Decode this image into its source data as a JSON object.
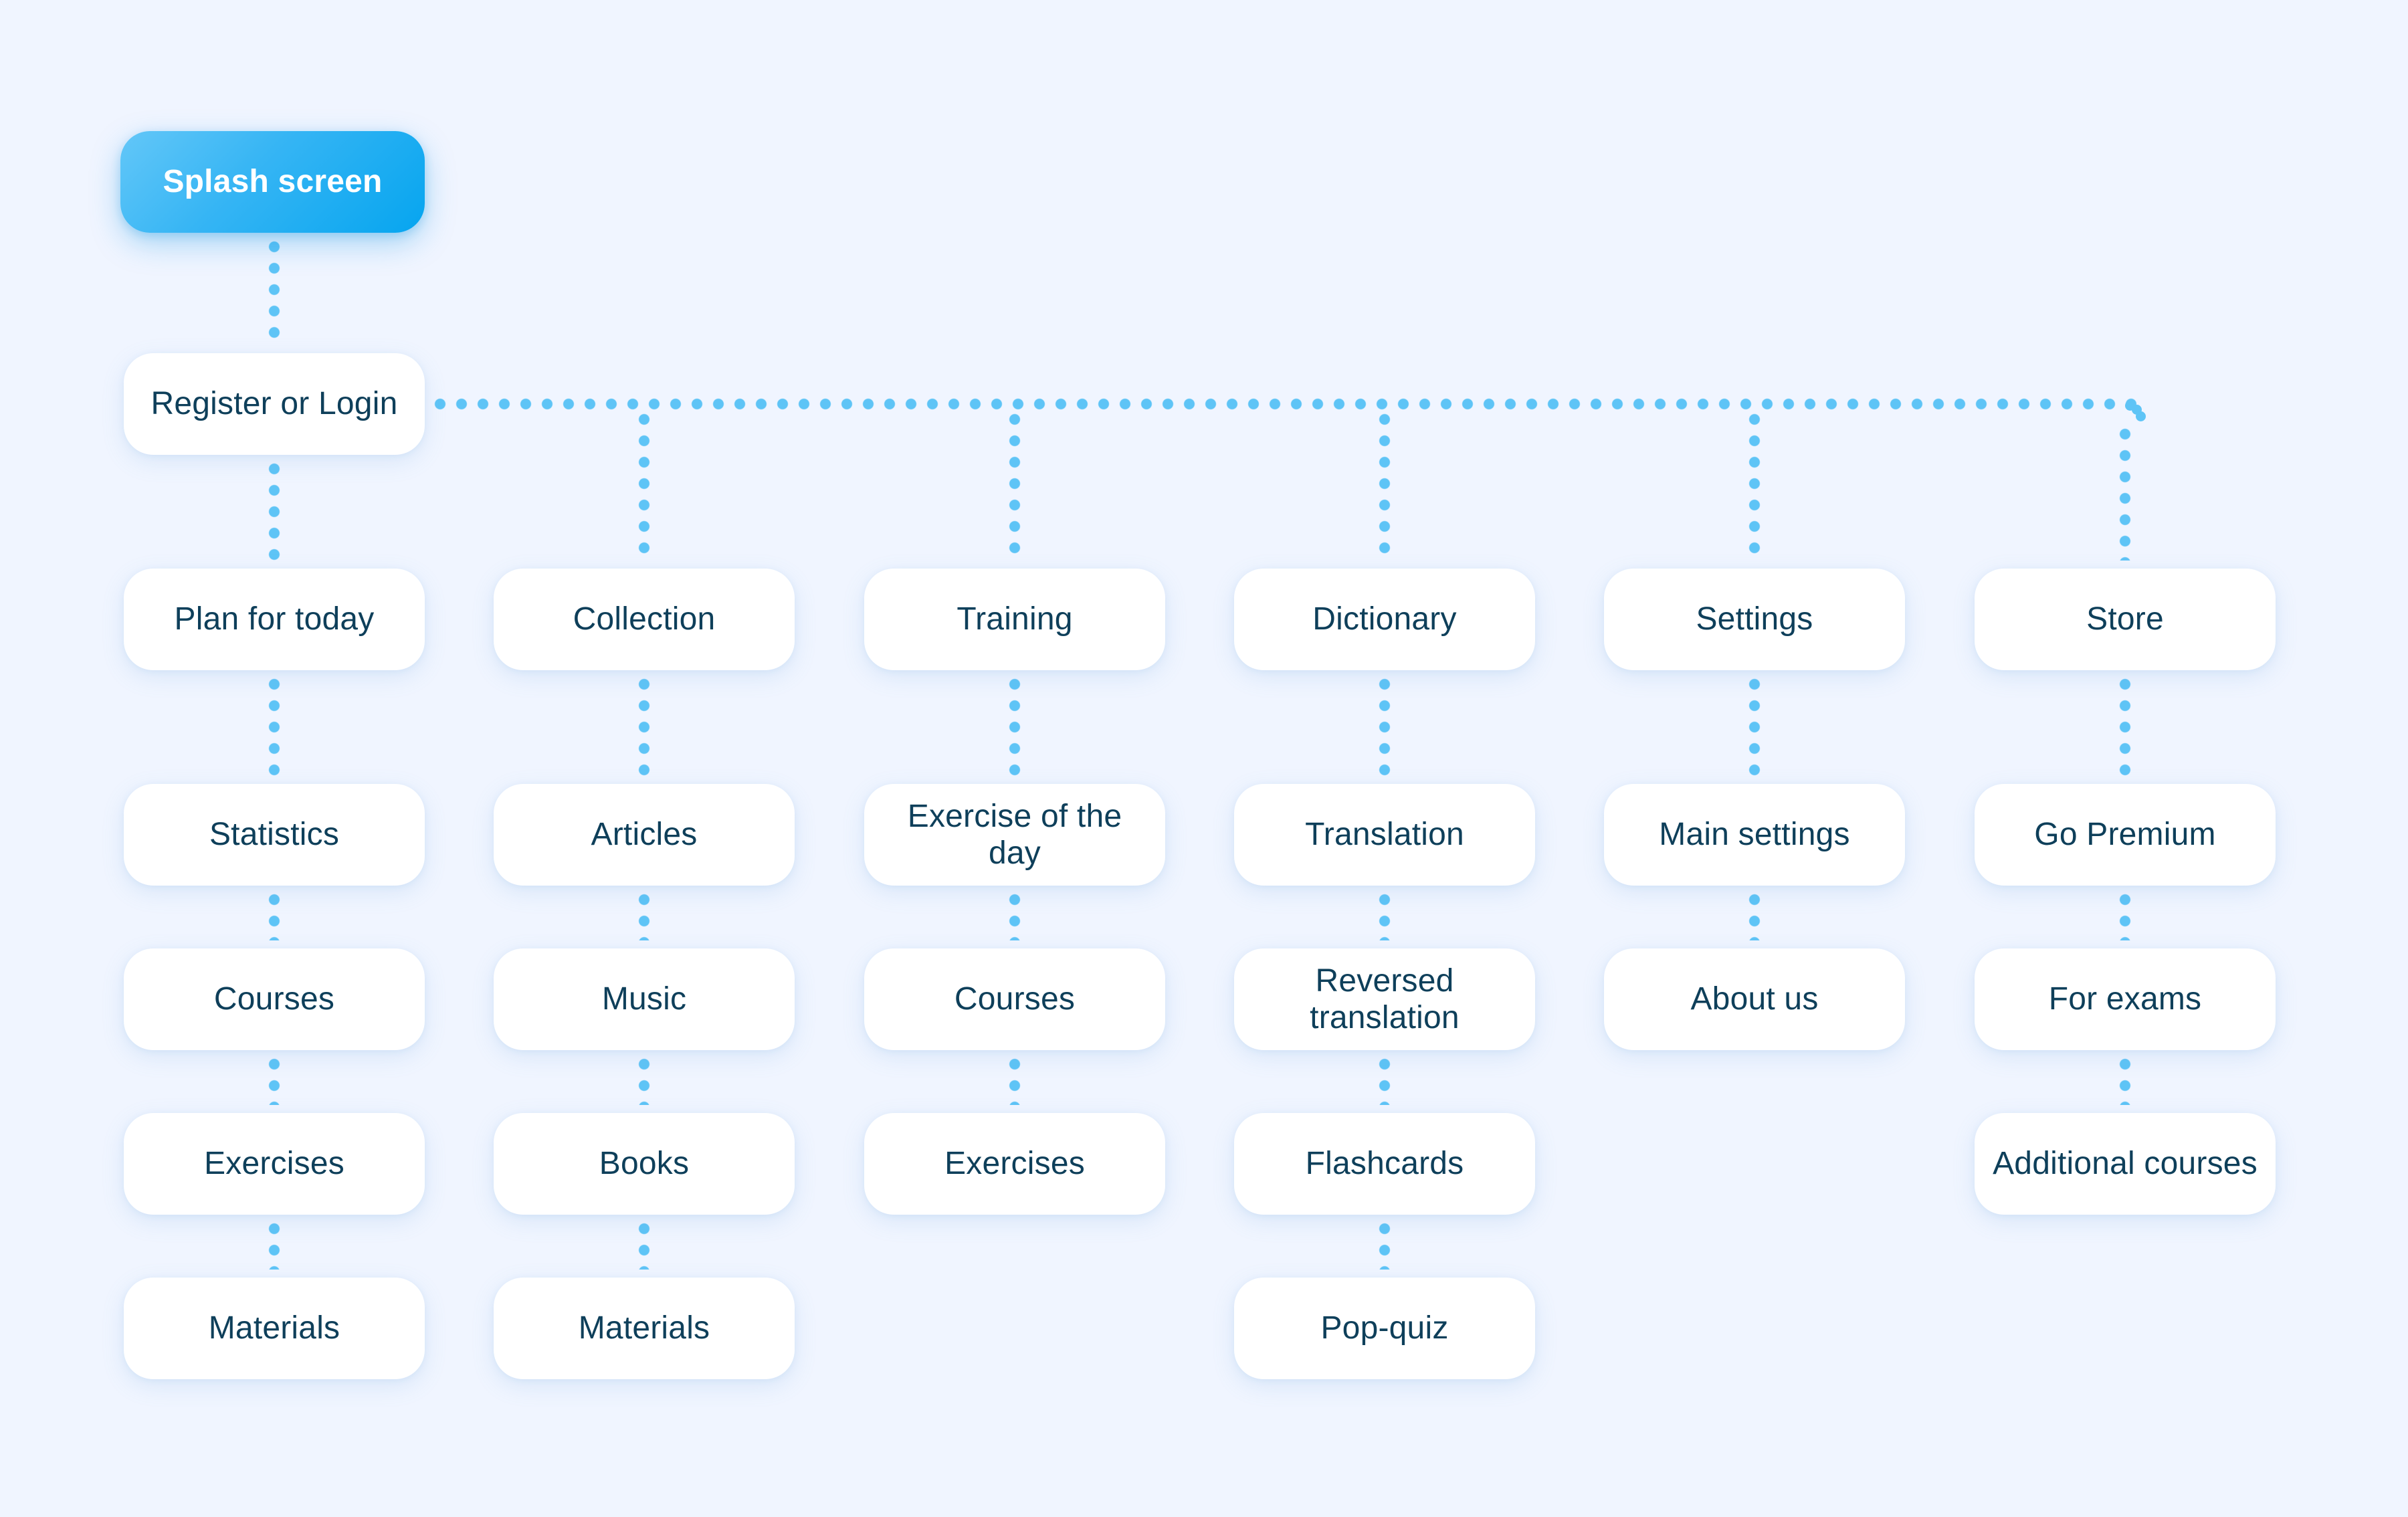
{
  "meta": {
    "title": "App sitemap / user flow diagram",
    "background_color": "#f0f5ff",
    "node_color": "#ffffff",
    "node_text_color": "#0e3f5a",
    "accent_gradient_from": "#63c7f8",
    "accent_gradient_to": "#06a5ef",
    "connector_color": "#5ec4f6",
    "connector_style": "dotted"
  },
  "root": {
    "label": "Splash screen",
    "type": "accent"
  },
  "auth": {
    "label": "Register or Login",
    "type": "card"
  },
  "columns": [
    {
      "id": "plan",
      "head": "Plan for today",
      "items": [
        "Statistics",
        "Courses",
        "Exercises",
        "Materials"
      ]
    },
    {
      "id": "collection",
      "head": "Collection",
      "items": [
        "Articles",
        "Music",
        "Books",
        "Materials"
      ]
    },
    {
      "id": "training",
      "head": "Training",
      "items": [
        "Exercise of the day",
        "Courses",
        "Exercises"
      ]
    },
    {
      "id": "dictionary",
      "head": "Dictionary",
      "items": [
        "Translation",
        "Reversed translation",
        "Flashcards",
        "Pop-quiz"
      ]
    },
    {
      "id": "settings",
      "head": "Settings",
      "items": [
        "Main settings",
        "About us"
      ]
    },
    {
      "id": "store",
      "head": "Store",
      "items": [
        "Go Premium",
        "For exams",
        "Additional courses"
      ]
    }
  ]
}
